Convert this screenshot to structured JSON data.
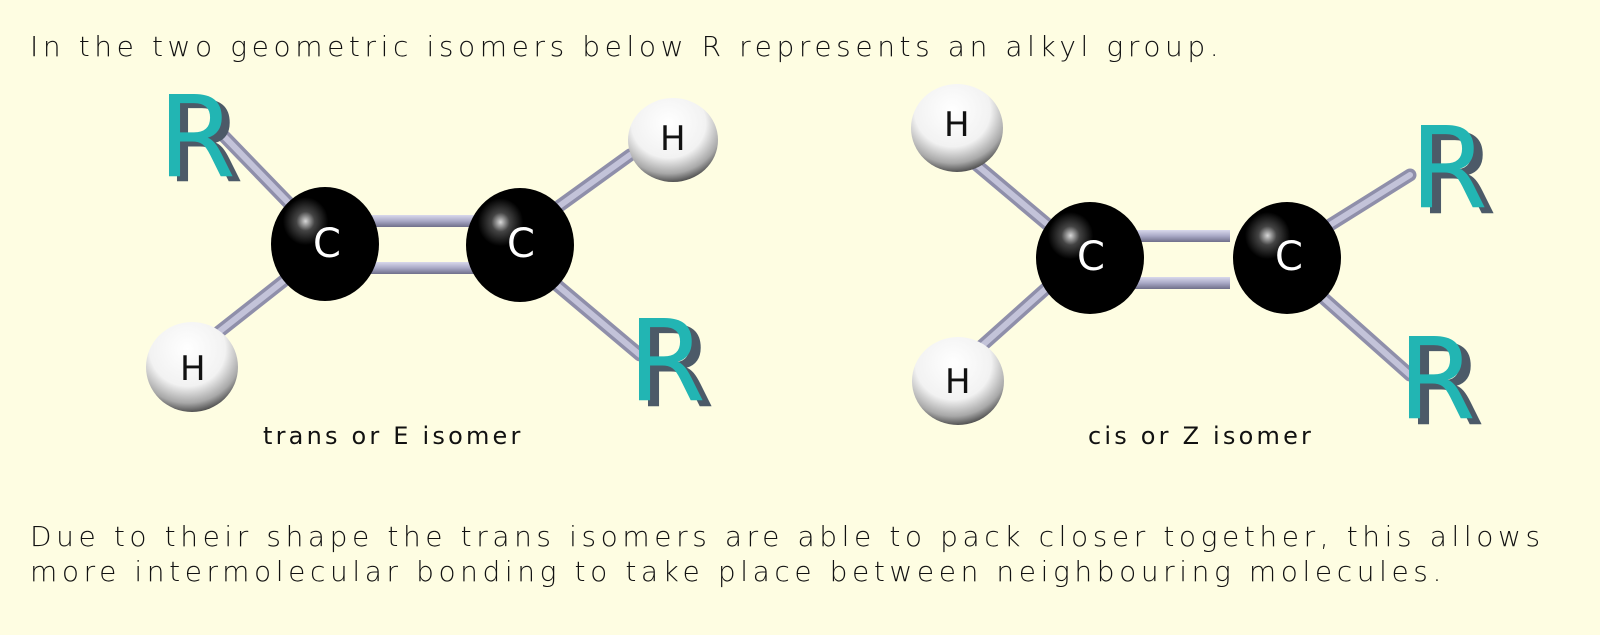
{
  "intro_text": "In the two geometric isomers below R represents an alkyl group.",
  "molecules": [
    {
      "name": "trans",
      "caption": "trans or E isomer",
      "atoms": {
        "c1": "C",
        "c2": "C",
        "top_left": "R",
        "bottom_left": "H",
        "top_right": "H",
        "bottom_right": "R"
      }
    },
    {
      "name": "cis",
      "caption": "cis or Z isomer",
      "atoms": {
        "c1": "C",
        "c2": "C",
        "top_left": "H",
        "bottom_left": "H",
        "top_right": "R",
        "bottom_right": "R"
      }
    }
  ],
  "conclusion": {
    "line1": "Due to their shape the trans isomers are able to pack closer together, this allows",
    "line2": "more intermolecular bonding to take place between neighbouring molecules."
  },
  "colors": {
    "background": "#fefde2",
    "r_group": "#22b5b3",
    "r_group_shadow": "#5a6b7a",
    "carbon": "#000000",
    "hydrogen": "#ffffff",
    "bond": "#a8a8c4"
  }
}
